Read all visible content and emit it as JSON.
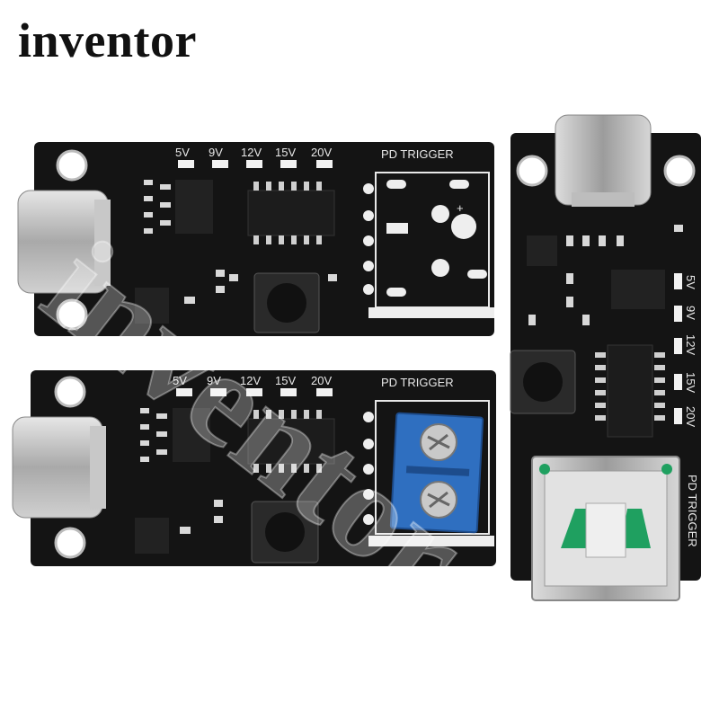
{
  "brand": {
    "logo_text": "inventor"
  },
  "boards": {
    "top_left": {
      "title": "PD TRIGGER",
      "voltages": [
        "5V",
        "9V",
        "12V",
        "15V",
        "20V"
      ]
    },
    "bottom_left": {
      "title": "PD TRIGGER",
      "voltages": [
        "5V",
        "9V",
        "12V",
        "15V",
        "20V"
      ]
    },
    "right": {
      "title": "PD TRIGGER",
      "voltages": [
        "5V",
        "9V",
        "12V",
        "15V",
        "20V"
      ]
    }
  },
  "colors": {
    "pcb": "#141414",
    "silkscreen": "#e8e8e8",
    "usb_metal": "#bfbfbf",
    "terminal_block": "#2f6fc0",
    "contact_green": "#1fa060"
  },
  "watermark": "inventor"
}
